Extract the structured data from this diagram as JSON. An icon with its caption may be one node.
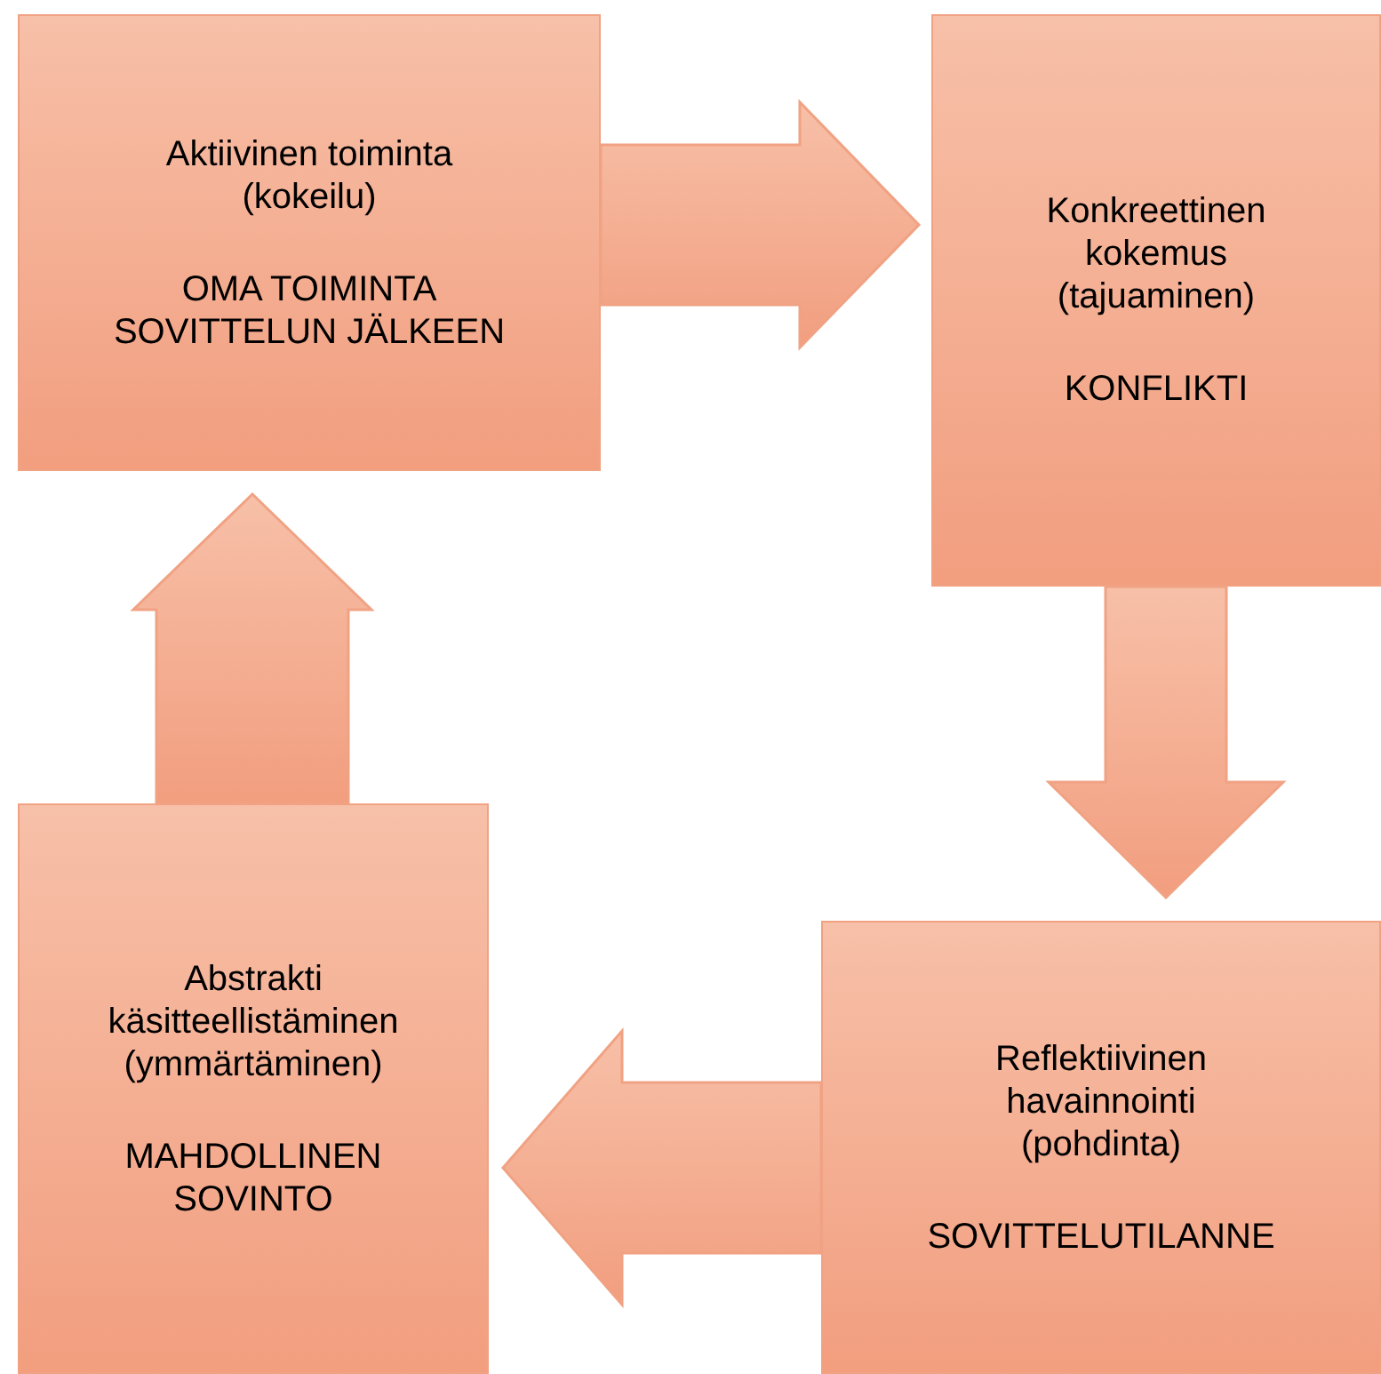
{
  "diagram": {
    "nodes": [
      {
        "text": [
          "Aktiivinen toiminta (kokeilu)",
          "OMA TOIMINTA SOVITTELUN JÄLKEEN"
        ]
      },
      {
        "text": [
          "Konkreettinen kokemus (tajuaminen)",
          "KONFLIKTI"
        ]
      },
      {
        "text": [
          "Reflektiivinen havainnointi (pohdinta)",
          "SOVITTELUTILANNE"
        ]
      },
      {
        "text": [
          "Abstrakti käsitteellistäminen (ymmärtäminen)",
          "MAHDOLLINEN SOVINTO"
        ]
      }
    ],
    "edges": [
      {
        "from": 0,
        "to": 1,
        "arrow": "to"
      },
      {
        "from": 1,
        "to": 2,
        "arrow": "to"
      },
      {
        "from": 2,
        "to": 3,
        "arrow": "to"
      },
      {
        "from": 3,
        "to": 0,
        "arrow": "to"
      }
    ]
  }
}
